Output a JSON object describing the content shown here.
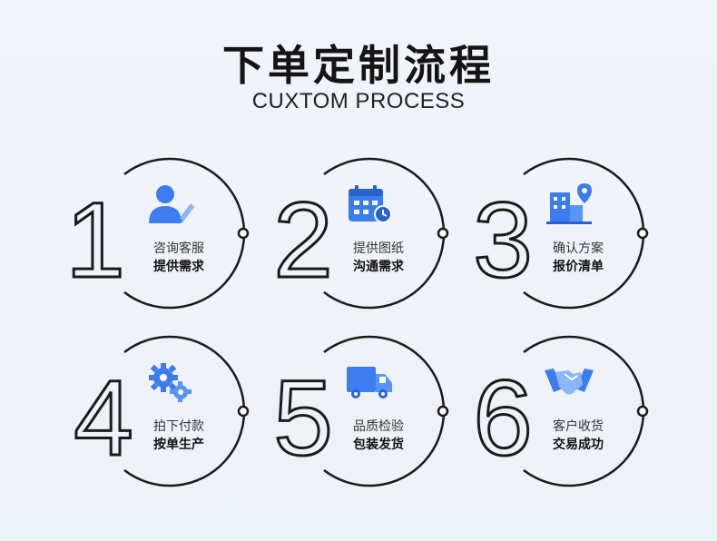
{
  "title": "下单定制流程",
  "subtitle": "CUXTOM PROCESS",
  "steps": [
    {
      "num": "1",
      "line1": "咨询客服",
      "line2": "提供需求",
      "icon": "customer-service-icon"
    },
    {
      "num": "2",
      "line1": "提供图纸",
      "line2": "沟通需求",
      "icon": "calendar-clock-icon"
    },
    {
      "num": "3",
      "line1": "确认方案",
      "line2": "报价清单",
      "icon": "building-location-icon"
    },
    {
      "num": "4",
      "line1": "拍下付款",
      "line2": "按单生产",
      "icon": "gears-icon"
    },
    {
      "num": "5",
      "line1": "品质检验",
      "line2": "包装发货",
      "icon": "delivery-truck-icon"
    },
    {
      "num": "6",
      "line1": "客户收货",
      "line2": "交易成功",
      "icon": "handshake-icon"
    }
  ],
  "colors": {
    "accent": "#3b7df0",
    "outline": "#1a1a1a"
  }
}
